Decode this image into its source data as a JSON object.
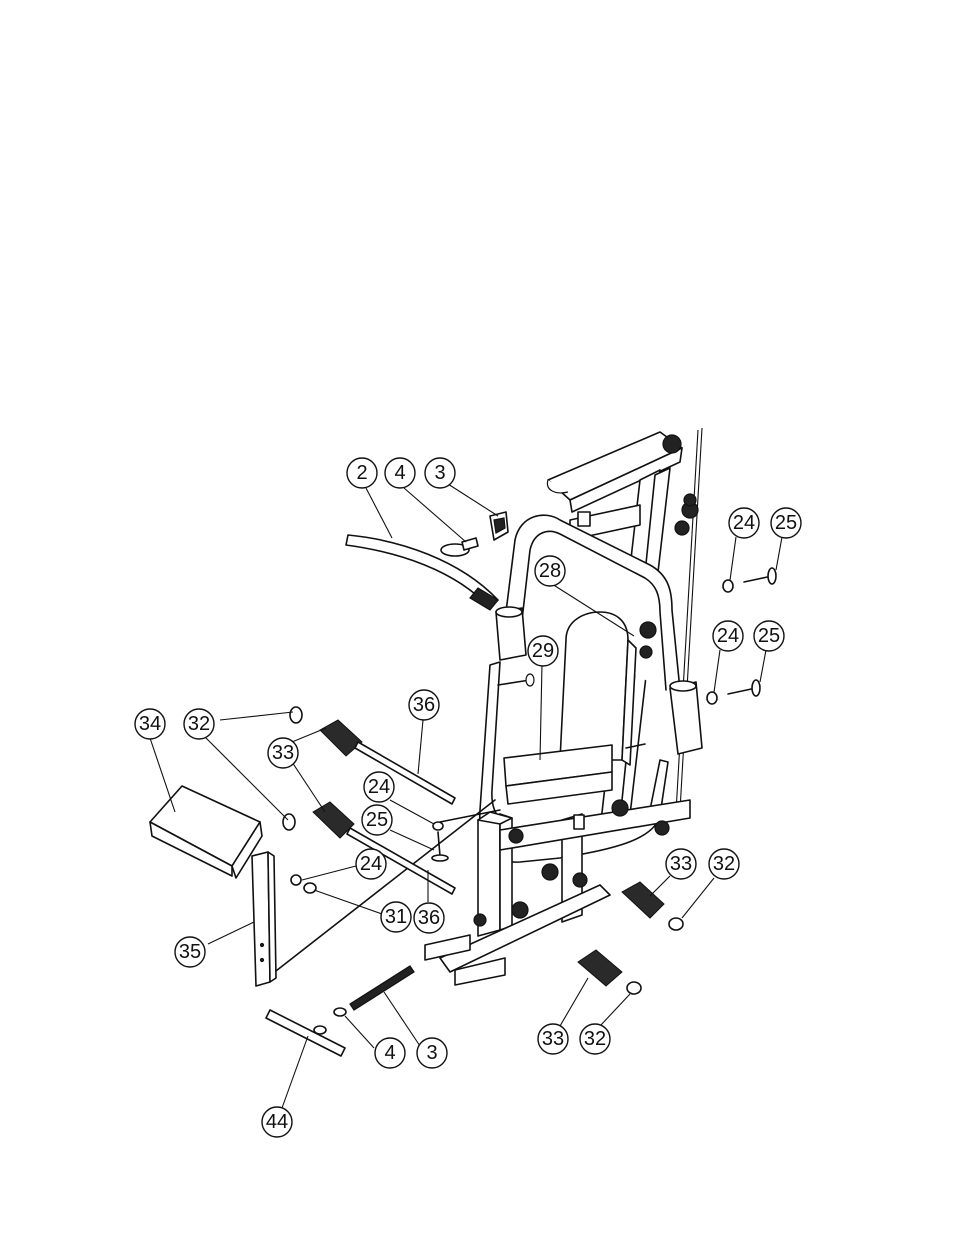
{
  "diagram": {
    "type": "exploded-assembly",
    "callouts": [
      {
        "id": "c-2-top",
        "label": "2"
      },
      {
        "id": "c-4-top",
        "label": "4"
      },
      {
        "id": "c-3-top",
        "label": "3"
      },
      {
        "id": "c-24-a",
        "label": "24"
      },
      {
        "id": "c-25-a",
        "label": "25"
      },
      {
        "id": "c-28",
        "label": "28"
      },
      {
        "id": "c-24-b",
        "label": "24"
      },
      {
        "id": "c-25-b",
        "label": "25"
      },
      {
        "id": "c-29",
        "label": "29"
      },
      {
        "id": "c-34",
        "label": "34"
      },
      {
        "id": "c-32-a",
        "label": "32"
      },
      {
        "id": "c-36-a",
        "label": "36"
      },
      {
        "id": "c-33-a",
        "label": "33"
      },
      {
        "id": "c-24-c",
        "label": "24"
      },
      {
        "id": "c-25-c",
        "label": "25"
      },
      {
        "id": "c-24-d",
        "label": "24"
      },
      {
        "id": "c-31",
        "label": "31"
      },
      {
        "id": "c-36-b",
        "label": "36"
      },
      {
        "id": "c-33-b",
        "label": "33"
      },
      {
        "id": "c-32-b",
        "label": "32"
      },
      {
        "id": "c-35",
        "label": "35"
      },
      {
        "id": "c-4-bottom",
        "label": "4"
      },
      {
        "id": "c-3-bottom",
        "label": "3"
      },
      {
        "id": "c-33-c",
        "label": "33"
      },
      {
        "id": "c-32-c",
        "label": "32"
      },
      {
        "id": "c-44",
        "label": "44"
      }
    ]
  }
}
